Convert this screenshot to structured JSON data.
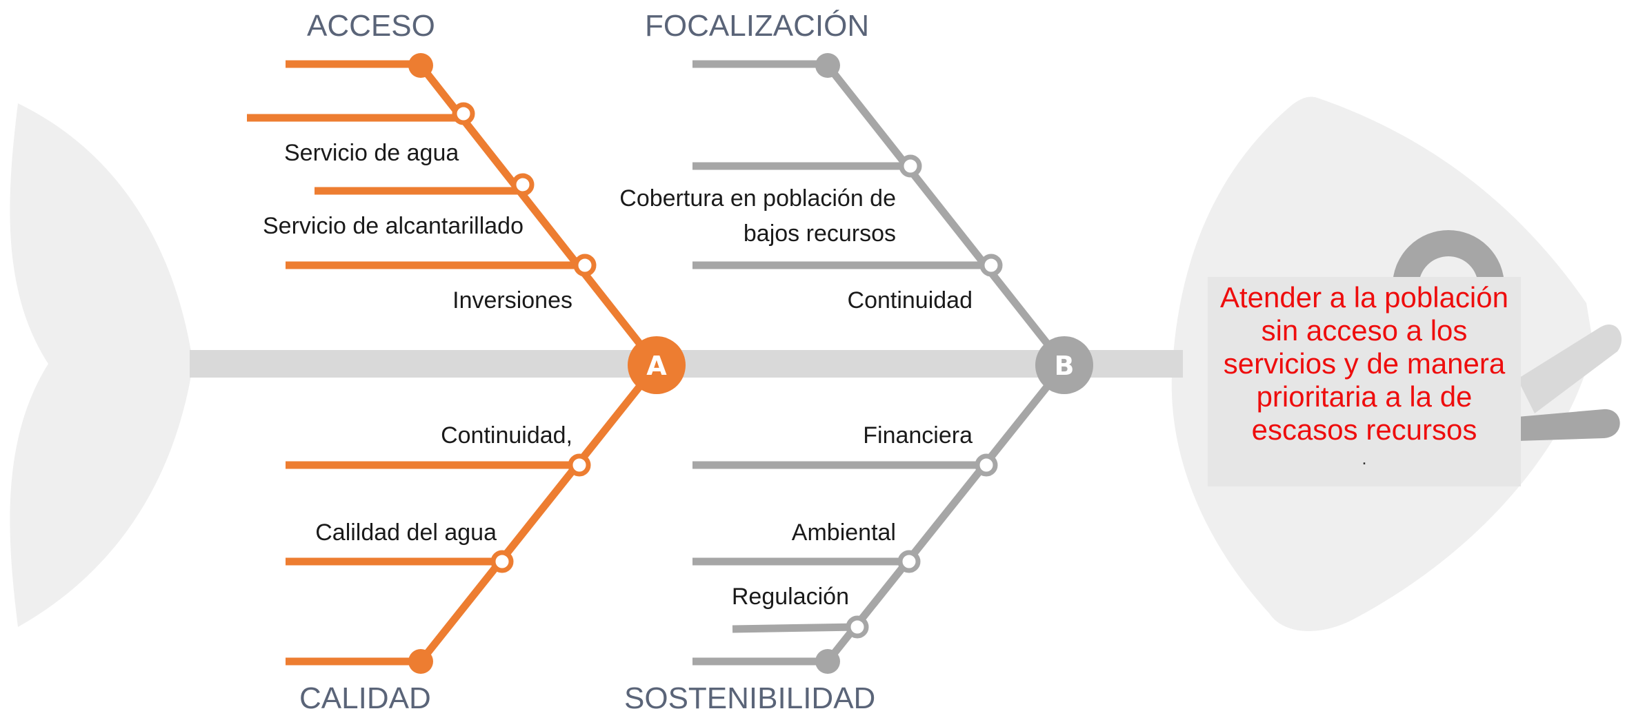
{
  "colors": {
    "primary": "#ed7d31",
    "secondary": "#a6a6a6",
    "spine": "#d9d9d9",
    "fish_body": "#efefef",
    "result_text": "#ee0d0d"
  },
  "categories": {
    "acceso": "ACCESO",
    "focalizacion": "FOCALIZACIÓN",
    "calidad": "CALIDAD",
    "sostenibilidad": "SOSTENIBILIDAD"
  },
  "nodes": {
    "a": "A",
    "b": "B"
  },
  "causes": {
    "acceso": [
      "Servicio de agua",
      "Servicio de alcantarillado",
      "Inversiones"
    ],
    "focalizacion": [
      "Cobertura en población de",
      "bajos recursos",
      "Continuidad"
    ],
    "calidad": [
      "Continuidad,",
      "Calildad del agua"
    ],
    "sostenibilidad": [
      "Financiera",
      "Ambiental",
      "Regulación"
    ]
  },
  "result": {
    "text": "Atender a la población\nsin acceso a los\nservicios y de manera\nprioritaria a la de\nescasos recursos",
    "trailing": "."
  }
}
